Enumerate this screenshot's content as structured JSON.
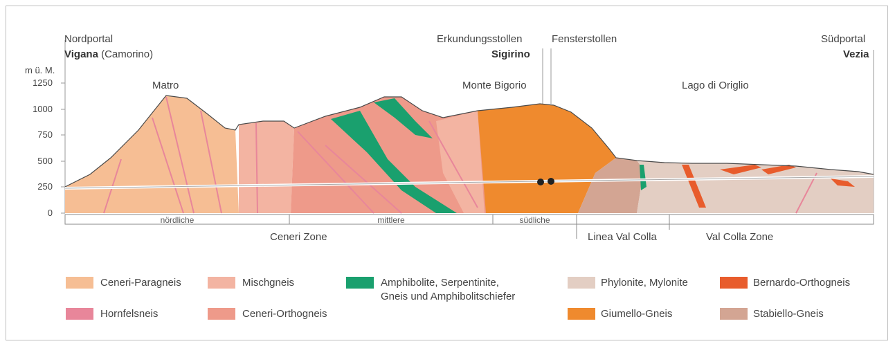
{
  "portals": {
    "north": {
      "line1": "Nordportal",
      "name": "Vigana",
      "sub": "(Camorino)"
    },
    "sigirino": {
      "line1": "Erkundungsstollen",
      "name": "Sigirino"
    },
    "fenster": {
      "line1": "Fensterstollen"
    },
    "south": {
      "line1": "Südportal",
      "name": "Vezia"
    }
  },
  "peaks": {
    "matro": "Matro",
    "bigorio": "Monte Bigorio",
    "origlio": "Lago di Origlio"
  },
  "y_axis": {
    "unit": "m ü. M.",
    "ticks": [
      "1250",
      "1000",
      "750",
      "500",
      "250",
      "0"
    ]
  },
  "zones": {
    "noerdliche": "nördliche",
    "mittlere": "mittlere",
    "suedliche": "südliche",
    "ceneri": "Ceneri Zone",
    "linea": "Linea Val Colla",
    "valcolla": "Val Colla Zone"
  },
  "legend": [
    {
      "label": "Ceneri-Paragneis",
      "color": "#f6be94"
    },
    {
      "label": "Mischgneis",
      "color": "#f3b4a2"
    },
    {
      "label": "Amphibolite, Serpentinite,",
      "label2": "Gneis und Amphibolitschiefer",
      "color": "#1aa06e"
    },
    {
      "label": "Phylonite, Mylonite",
      "color": "#e3cec3"
    },
    {
      "label": "Bernardo-Orthogneis",
      "color": "#e85c2c"
    },
    {
      "label": "Hornfelsneis",
      "color": "#e8869a"
    },
    {
      "label": "Ceneri-Orthogneis",
      "color": "#ee9a8a"
    },
    {
      "label": "Giumello-Gneis",
      "color": "#ef8a2e"
    },
    {
      "label": "Stabiello-Gneis",
      "color": "#d3a593"
    }
  ]
}
